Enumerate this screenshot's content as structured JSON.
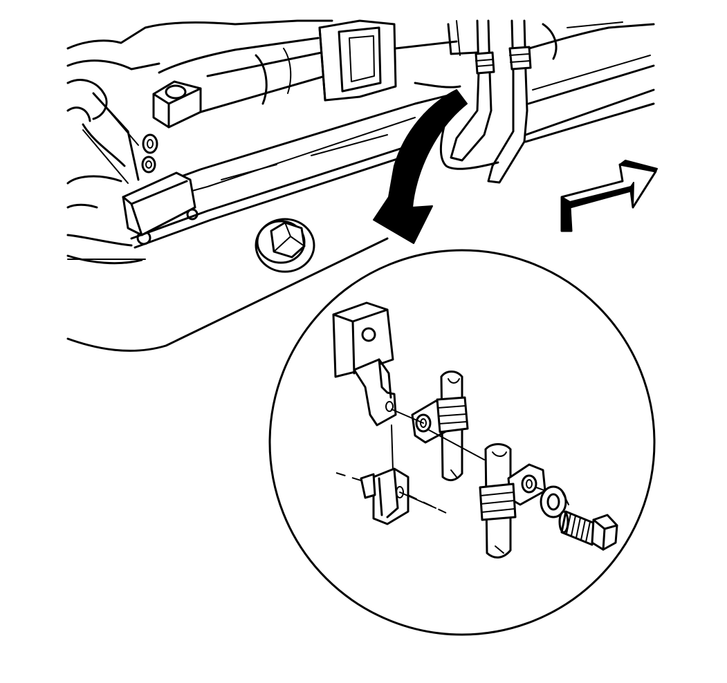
{
  "figure": {
    "kind": "technical-line-illustration",
    "style": "black-and-white",
    "colors": {
      "ink": "#000000",
      "paper": "#ffffff"
    },
    "parts": [
      "transmission-case",
      "oil-pan",
      "drain-plug",
      "cooler-lines",
      "line-clips",
      "clip-bracket",
      "washer",
      "bolt",
      "callout-arrow",
      "direction-arrow",
      "detail-circle"
    ]
  }
}
